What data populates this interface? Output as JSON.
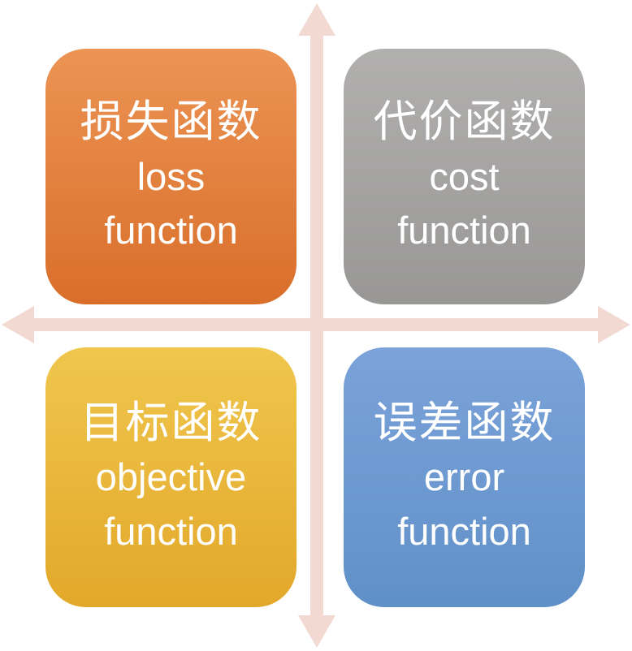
{
  "colors": {
    "axis": "#F2DAD3",
    "loss": [
      "#EC9454",
      "#D96E2A"
    ],
    "cost": [
      "#B1B0AF",
      "#989796"
    ],
    "objective": [
      "#F0C64D",
      "#E2A82A"
    ],
    "error": [
      "#7BA3D9",
      "#6090C8"
    ]
  },
  "quadrants": {
    "top_left": {
      "zh": "损失函数",
      "en1": "loss",
      "en2": "function"
    },
    "top_right": {
      "zh": "代价函数",
      "en1": "cost",
      "en2": "function"
    },
    "bottom_left": {
      "zh": "目标函数",
      "en1": "objective",
      "en2": "function"
    },
    "bottom_right": {
      "zh": "误差函数",
      "en1": "error",
      "en2": "function"
    }
  }
}
